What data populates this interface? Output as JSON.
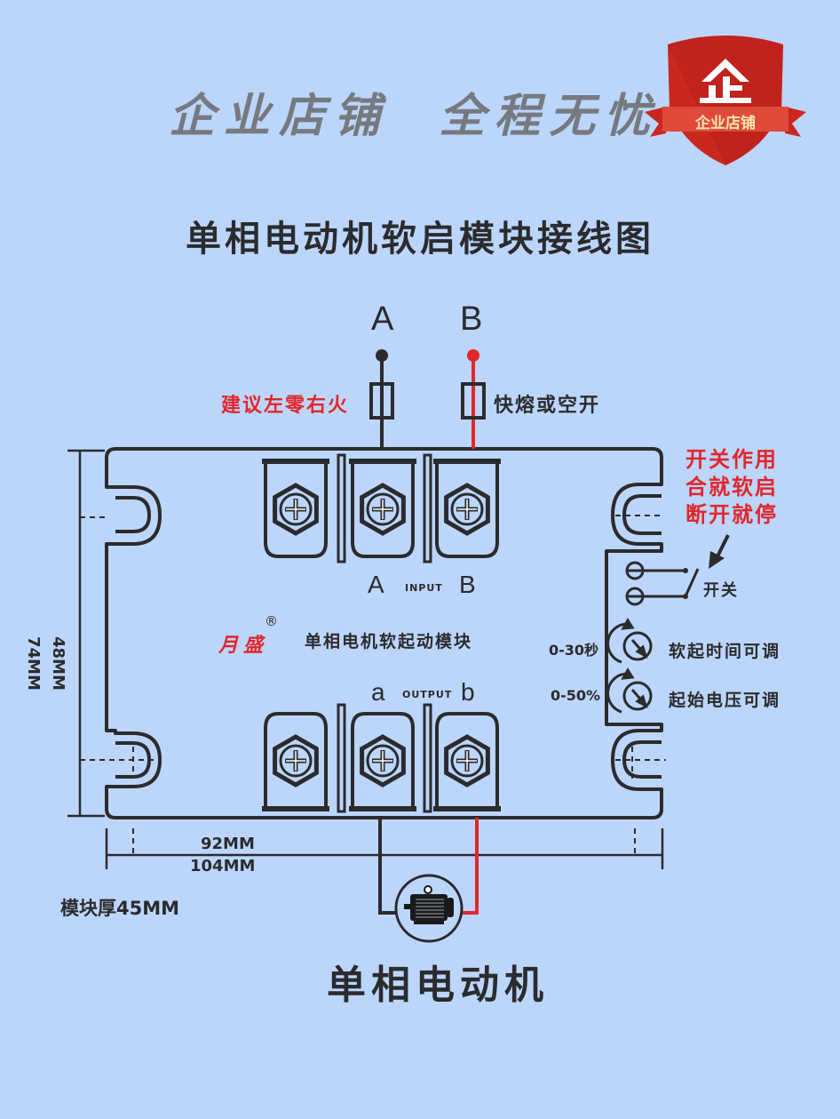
{
  "header": {
    "slogan": "企业店铺  全程无忧",
    "badge": {
      "icon_char": "企",
      "ribbon_text": "企业店铺"
    },
    "title": "单相电动机软启模块接线图"
  },
  "wiring": {
    "input_lines": [
      {
        "label": "A",
        "color": "#2b2b2e"
      },
      {
        "label": "B",
        "color": "#e2262c"
      }
    ],
    "left_note": "建议左零右火",
    "fuse_note": "快熔或空开",
    "switch_note_lines": [
      "开关作用",
      "合就软启",
      "断开就停"
    ],
    "switch_label": "开关"
  },
  "module": {
    "brand": "月盛",
    "registered_mark": "®",
    "name": "单相电机软起动模块",
    "input_label": "INPUT",
    "input_terminals": [
      "A",
      "B"
    ],
    "output_label": "OUTPUT",
    "output_terminals": [
      "a",
      "b"
    ],
    "adjusters": [
      {
        "range": "0-30秒",
        "description": "软起时间可调"
      },
      {
        "range": "0-50%",
        "description": "起始电压可调"
      }
    ]
  },
  "dimensions": {
    "height_inner": "48MM",
    "height_outer": "74MM",
    "width_inner": "92MM",
    "width_outer": "104MM",
    "thickness": "模块厚45MM"
  },
  "motor": {
    "label": "单相电动机"
  },
  "colors": {
    "background": "#bcd6fb",
    "line_dark": "#2b2b2e",
    "line_live": "#e2262c",
    "badge_red": "#d9302b"
  }
}
